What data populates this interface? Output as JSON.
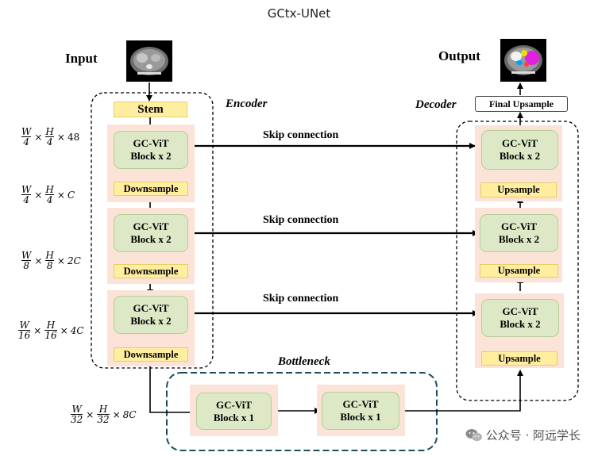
{
  "title": "GCtx-UNet",
  "labels": {
    "input": "Input",
    "output": "Output",
    "encoder": "Encoder",
    "decoder": "Decoder",
    "bottleneck": "Bottleneck"
  },
  "skip": [
    "Skip connection",
    "Skip connection",
    "Skip connection"
  ],
  "encoder": {
    "stem": "Stem",
    "blocks": [
      {
        "line1": "GC-ViT",
        "line2": "Block x 2",
        "down": "Downsample"
      },
      {
        "line1": "GC-ViT",
        "line2": "Block x 2",
        "down": "Downsample"
      },
      {
        "line1": "GC-ViT",
        "line2": "Block x 2",
        "down": "Downsample"
      }
    ]
  },
  "bottleneck": {
    "blocks": [
      {
        "line1": "GC-ViT",
        "line2": "Block x 1"
      },
      {
        "line1": "GC-ViT",
        "line2": "Block x 1"
      }
    ]
  },
  "decoder": {
    "final": "Final Upsample",
    "blocks": [
      {
        "line1": "GC-ViT",
        "line2": "Block x 2",
        "up": "Upsample"
      },
      {
        "line1": "GC-ViT",
        "line2": "Block x 2",
        "up": "Upsample"
      },
      {
        "line1": "GC-ViT",
        "line2": "Block x 2",
        "up": "Upsample"
      }
    ]
  },
  "dims": [
    {
      "wn": "W",
      "wd": "4",
      "hn": "H",
      "hd": "4",
      "c": "48"
    },
    {
      "wn": "W",
      "wd": "4",
      "hn": "H",
      "hd": "4",
      "c": "C"
    },
    {
      "wn": "W",
      "wd": "8",
      "hn": "H",
      "hd": "8",
      "c": "2C"
    },
    {
      "wn": "W",
      "wd": "16",
      "hn": "H",
      "hd": "16",
      "c": "4C"
    },
    {
      "wn": "W",
      "wd": "32",
      "hn": "H",
      "hd": "32",
      "c": "8C"
    }
  ],
  "watermark": "公众号 · 阿远学长",
  "icons": {
    "watermark": "wechat-icon"
  }
}
